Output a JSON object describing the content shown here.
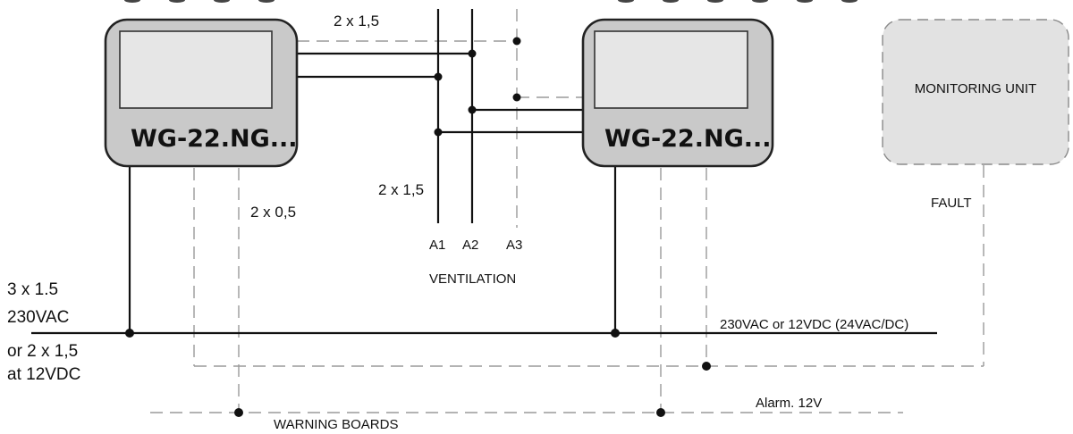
{
  "devices": [
    {
      "label": "WG-22.NG..."
    },
    {
      "label": "WG-22.NG..."
    }
  ],
  "monitoring_unit": {
    "label": "MONITORING UNIT",
    "fault_label": "FAULT"
  },
  "cables": {
    "top_left": "2 x 1,5",
    "mid": "2 x 1,5",
    "signal": "2 x 0,5"
  },
  "ventilation": {
    "title": "VENTILATION",
    "lines": [
      "A1",
      "A2",
      "A3"
    ]
  },
  "power": {
    "line1": "3 x 1.5",
    "line2": "230VAC",
    "line3": "or 2 x 1,5",
    "line4": "at 12VDC",
    "bus_label": "230VAC or 12VDC (24VAC/DC)"
  },
  "alarm": {
    "label": "Alarm. 12V"
  },
  "warning": {
    "label": "WARNING BOARDS"
  }
}
